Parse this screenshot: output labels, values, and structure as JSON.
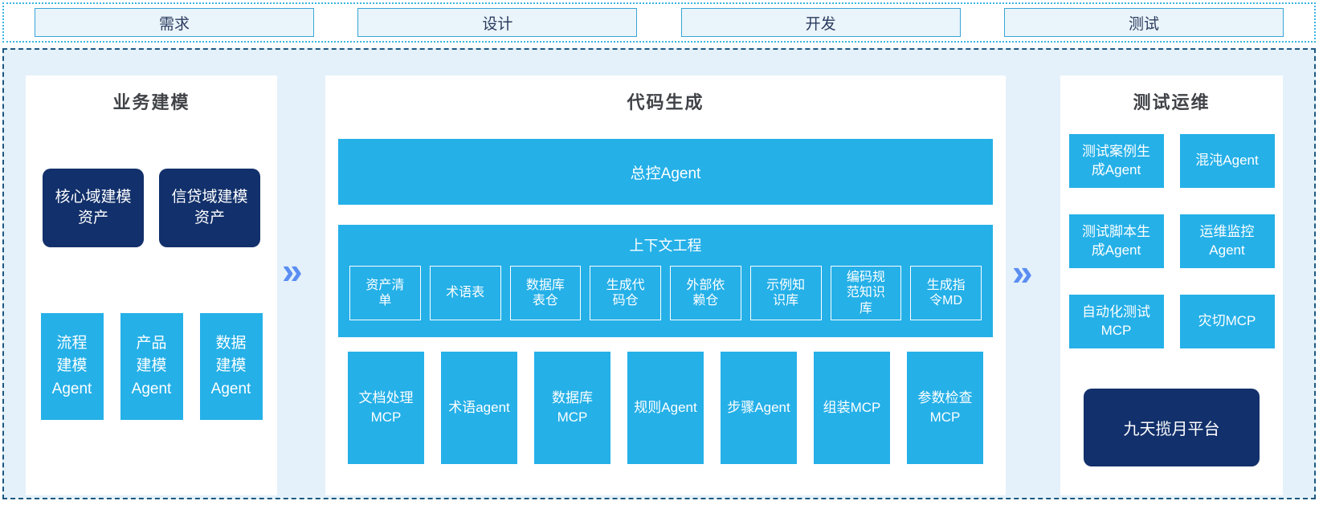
{
  "colors": {
    "cyan": "#25b0e8",
    "navy": "#12306b",
    "band_background": "#e4f1fa",
    "arrow_blue": "#5b8ef2",
    "dashed_border": "#1d5880",
    "dotted_border": "#3ab5e0",
    "stage_fill": "#eaf4fb",
    "stage_border": "#39a5d6"
  },
  "arrow_glyph": "»",
  "pipeline": {
    "stages": [
      {
        "label": "需求"
      },
      {
        "label": "设计"
      },
      {
        "label": "开发"
      },
      {
        "label": "测试"
      }
    ]
  },
  "business_modeling": {
    "title": "业务建模",
    "assets": [
      {
        "label": "核心域建模资产"
      },
      {
        "label": "信贷域建模资产"
      }
    ],
    "agents": [
      {
        "label": "流程建模Agent"
      },
      {
        "label": "产品建模Agent"
      },
      {
        "label": "数据建模Agent"
      }
    ]
  },
  "code_generation": {
    "title": "代码生成",
    "master_agent": "总控Agent",
    "context": {
      "title": "上下文工程",
      "items": [
        {
          "label": "资产清单"
        },
        {
          "label": "术语表"
        },
        {
          "label": "数据库表仓"
        },
        {
          "label": "生成代码仓"
        },
        {
          "label": "外部依赖仓"
        },
        {
          "label": "示例知识库"
        },
        {
          "label": "编码规范知识库"
        },
        {
          "label": "生成指令MD"
        }
      ]
    },
    "tools": [
      {
        "label": "文档处理MCP"
      },
      {
        "label": "术语agent"
      },
      {
        "label": "数据库MCP"
      },
      {
        "label": "规则Agent"
      },
      {
        "label": "步骤Agent"
      },
      {
        "label": "组装MCP"
      },
      {
        "label": "参数检查MCP"
      }
    ]
  },
  "test_ops": {
    "title": "测试运维",
    "agents": [
      {
        "label": "测试案例生成Agent"
      },
      {
        "label": "混沌Agent"
      },
      {
        "label": "测试脚本生成Agent"
      },
      {
        "label": "运维监控Agent"
      },
      {
        "label": "自动化测试MCP"
      },
      {
        "label": "灾切MCP"
      }
    ],
    "platform": "九天揽月平台"
  }
}
